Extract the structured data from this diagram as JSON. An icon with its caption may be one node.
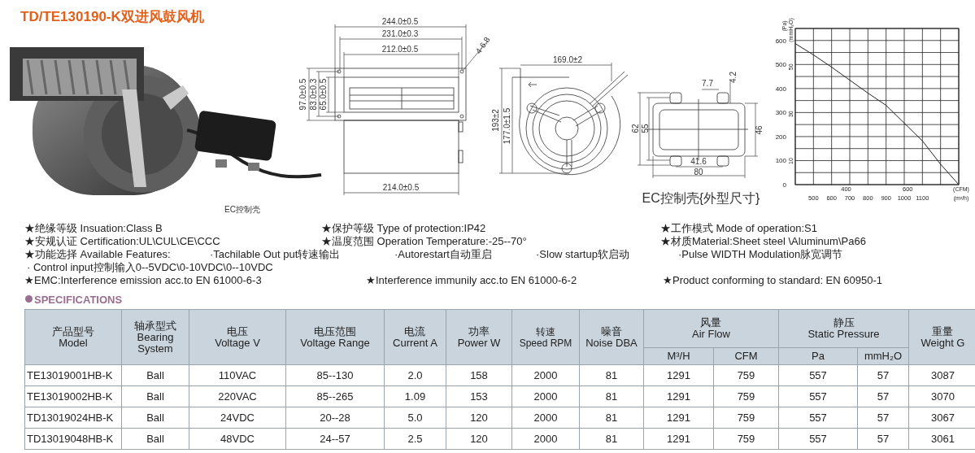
{
  "diagram": {
    "title": "TD/TE130190-K双进风鼓风机",
    "labels": [
      "244.0±0.5",
      "231.0±0.3",
      "212.0±0.5",
      "4-6.8",
      "97.0±0.5",
      "83.0±0.3",
      "65.0±0.5",
      "214.0±0.5",
      "169.0±2",
      "193±2",
      "177.0±1.5",
      "7.7",
      "4.2",
      "62",
      "55",
      "46",
      "41.6",
      "80",
      "EC控制壳",
      "EC控制壳{外型尺寸}",
      "(mmH₂O)",
      "50",
      "30",
      "10",
      "400",
      "600",
      "(CFM)",
      "★绝缘等级 Insuation:Class B",
      "★保护等级 Type of protection:IP42",
      "★工作模式 Mode of operation:S1",
      "★安规认证 Certification:UL\\CUL\\CE\\CCC",
      "★温度范围 Operation Temperature:-25--70°",
      "★材质Material:Sheet steel \\Aluminum\\Pa66",
      "★功能选择 Available Features:",
      "·Tachilable Out put转速输出",
      "·Autorestart自动重启",
      "·Slow startup软启动",
      "·Pulse WIDTH Modulation脉宽调节",
      "· Control input控制输入0--5VDC\\0-10VDC\\0--10VDC",
      "★EMC:Interference emission acc.to EN 61000-6-3",
      "★Interference immunily acc.to EN 61000-6-2",
      "★Product conforming to standard: EN 60950-1",
      "SPECIFICATIONS",
      "产品型号 Model",
      "轴承型式 Bearing System",
      "电压 Voltage V",
      "电压范围 Voltage Range",
      "电流 Current A",
      "功率 Power W",
      "转速 Speed RPM",
      "噪音 Noise DBA",
      "风量 Air Flow",
      "静压 Static Pressure",
      "重量 Weight G",
      "M³/H",
      "CFM",
      "Pa",
      "mmH₂O",
      "TE13019001HB-K",
      "Ball",
      "110VAC",
      "85--130",
      "2.0",
      "158",
      "2000",
      "81",
      "1291",
      "759",
      "557",
      "57",
      "3087",
      "TE13019002HB-K",
      "Ball",
      "220VAC",
      "85--265",
      "1.09",
      "153",
      "2000",
      "81",
      "1291",
      "759",
      "557",
      "57",
      "3070",
      "TD13019024HB-K",
      "Ball",
      "24VDC",
      "20--28",
      "5.0",
      "120",
      "2000",
      "81",
      "1291",
      "759",
      "557",
      "57",
      "3067",
      "TD13019048HB-K",
      "Ball",
      "48VDC",
      "24--57",
      "2.5",
      "120",
      "2000",
      "81",
      "1291",
      "759",
      "557",
      "57",
      "3061"
    ],
    "chart_data": {
      "type": "line",
      "xlabel": "(m³/h)",
      "ylabel": "(Pa)",
      "x": [
        400,
        500,
        600,
        700,
        800,
        900,
        1000,
        1100,
        1200,
        1300
      ],
      "series": [
        {
          "color": "#222222",
          "values": [
            587,
            540,
            489,
            435,
            381,
            330,
            256,
            182,
            85,
            0
          ]
        }
      ],
      "xlim": [
        400,
        1300
      ],
      "ylim": [
        0,
        650
      ],
      "xticks": [
        500,
        600,
        700,
        800,
        900,
        1000,
        1100
      ],
      "yticks": [
        0,
        100,
        200,
        300,
        400,
        500,
        600
      ],
      "grid": true
    }
  }
}
